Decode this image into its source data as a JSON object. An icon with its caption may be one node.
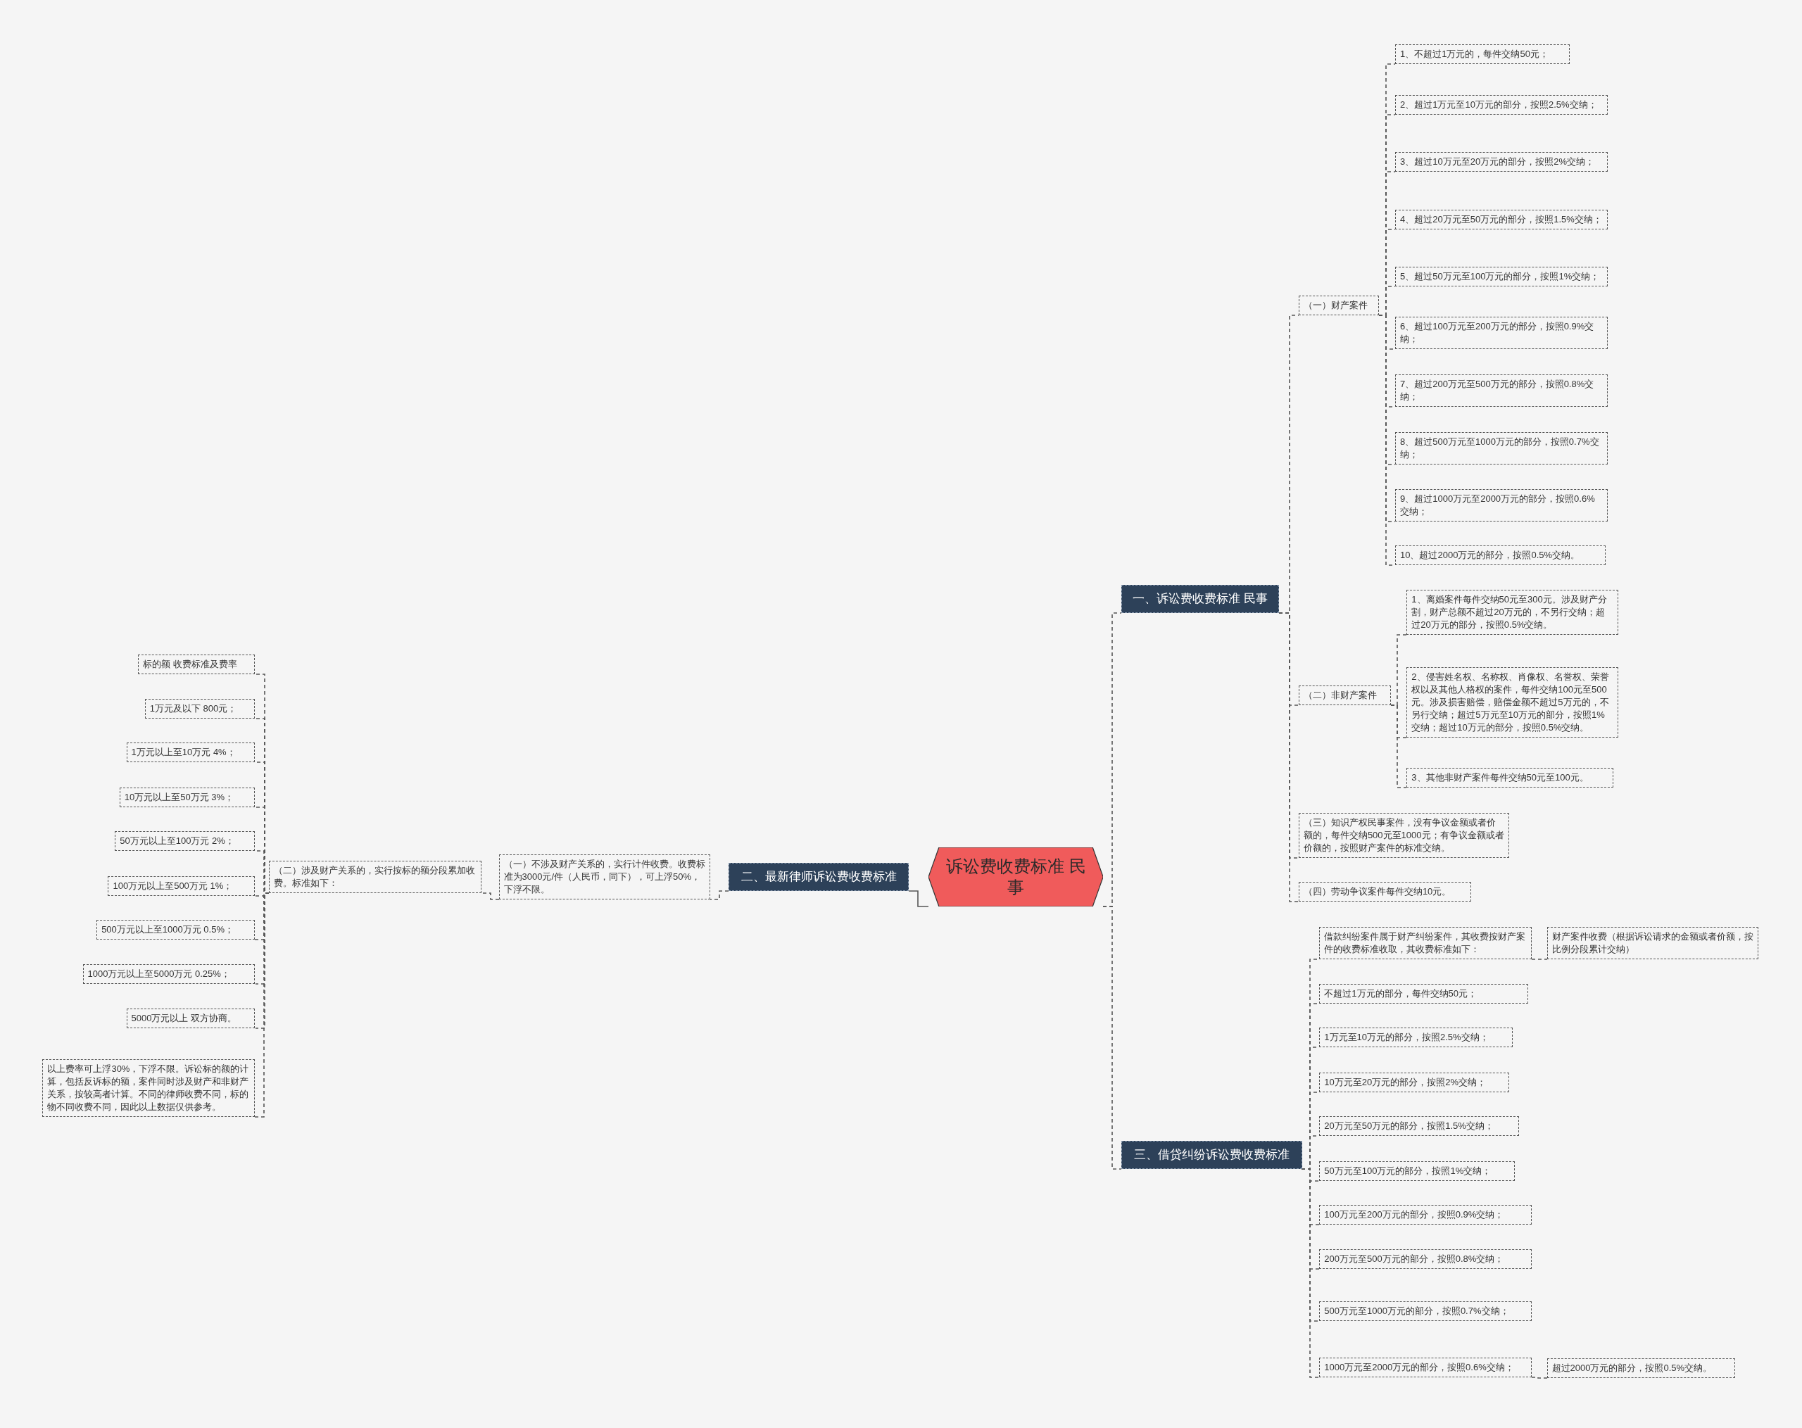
{
  "diagram": {
    "nodes": [
      {
        "text": [
          "诉讼费收费标准 民事"
        ]
      },
      {
        "text": [
          "一、诉讼费收费标准 民事"
        ]
      },
      {
        "text": [
          "（一）财产案件"
        ]
      },
      {
        "text": [
          "1、不超过1万元的，每件交纳50元；"
        ]
      },
      {
        "text": [
          "2、超过1万元至10万元的部分，按照2.5%交纳；"
        ]
      },
      {
        "text": [
          "3、超过10万元至20万元的部分，按照2%交纳；"
        ]
      },
      {
        "text": [
          "4、超过20万元至50万元的部分，按照1.5%交纳；"
        ]
      },
      {
        "text": [
          "5、超过50万元至100万元的部分，按照1%交纳；"
        ]
      },
      {
        "text": [
          "6、超过100万元至200万元的部分，按照0.9%交纳；"
        ]
      },
      {
        "text": [
          "7、超过200万元至500万元的部分，按照0.8%交纳；"
        ]
      },
      {
        "text": [
          "8、超过500万元至1000万元的部分，按照0.7%交纳；"
        ]
      },
      {
        "text": [
          "9、超过1000万元至2000万元的部分，按照0.6%交纳；"
        ]
      },
      {
        "text": [
          "10、超过2000万元的部分，按照0.5%交纳。"
        ]
      },
      {
        "text": [
          "（二）非财产案件"
        ]
      },
      {
        "text": [
          "1、离婚案件每件交纳50元至300元。涉及财产分割，财产总额不超过20万元的，不另行交纳；超过20万元的部分，按照0.5%交纳。"
        ]
      },
      {
        "text": [
          "2、侵害姓名权、名称权、肖像权、名誉权、荣誉权以及其他人格权的案件，每件交纳100元至500元。涉及损害赔偿，赔偿金额不超过5万元的，不另行交纳；超过5万元至10万元的部分，按照1%交纳；超过10万元的部分，按照0.5%交纳。"
        ]
      },
      {
        "text": [
          "3、其他非财产案件每件交纳50元至100元。"
        ]
      },
      {
        "text": [
          "（三）知识产权民事案件，没有争议金额或者价额的，每件交纳500元至1000元；有争议金额或者价额的，按照财产案件的标准交纳。"
        ]
      },
      {
        "text": [
          "（四）劳动争议案件每件交纳10元。"
        ]
      },
      {
        "text": [
          "二、最新律师诉讼费收费标准"
        ]
      },
      {
        "text": [
          "（一）不涉及财产关系的，实行计件收费。收费标准为3000元/件（人民币，同下），可上浮50%，下浮不限。"
        ]
      },
      {
        "text": [
          "（二）涉及财产关系的，实行按标的额分段累加收费。标准如下："
        ]
      },
      {
        "text": [
          "标的额 收费标准及费率"
        ]
      },
      {
        "text": [
          "1万元及以下 800元；"
        ]
      },
      {
        "text": [
          "1万元以上至10万元 4%；"
        ]
      },
      {
        "text": [
          "10万元以上至50万元 3%；"
        ]
      },
      {
        "text": [
          "50万元以上至100万元 2%；"
        ]
      },
      {
        "text": [
          "100万元以上至500万元 1%；"
        ]
      },
      {
        "text": [
          "500万元以上至1000万元 0.5%；"
        ]
      },
      {
        "text": [
          "1000万元以上至5000万元 0.25%；"
        ]
      },
      {
        "text": [
          "5000万元以上 双方协商。"
        ]
      },
      {
        "text": [
          "以上费率可上浮30%，下浮不限。诉讼标的额的计算，包括反诉标的额，案件同时涉及财产和非财产关系，按较高者计算。不同的律师收费不同，标的物不同收费不同，因此以上数据仅供参考。"
        ]
      },
      {
        "text": [
          "三、借贷纠纷诉讼费收费标准"
        ]
      },
      {
        "text": [
          "借款纠纷案件属于财产纠纷案件，其收费按财产案件的收费标准收取，其收费标准如下："
        ]
      },
      {
        "text": [
          "财产案件收费（根据诉讼请求的金额或者价额，按比例分段累计交纳）"
        ]
      },
      {
        "text": [
          "不超过1万元的部分，每件交纳50元；"
        ]
      },
      {
        "text": [
          "1万元至10万元的部分，按照2.5%交纳；"
        ]
      },
      {
        "text": [
          "10万元至20万元的部分，按照2%交纳；"
        ]
      },
      {
        "text": [
          "20万元至50万元的部分，按照1.5%交纳；"
        ]
      },
      {
        "text": [
          "50万元至100万元的部分，按照1%交纳；"
        ]
      },
      {
        "text": [
          "100万元至200万元的部分，按照0.9%交纳；"
        ]
      },
      {
        "text": [
          "200万元至500万元的部分，按照0.8%交纳；"
        ]
      },
      {
        "text": [
          "500万元至1000万元的部分，按照0.7%交纳；"
        ]
      },
      {
        "text": [
          "1000万元至2000万元的部分，按照0.6%交纳；"
        ]
      },
      {
        "text": [
          "超过2000万元的部分，按照0.5%交纳。"
        ]
      }
    ],
    "edges": [
      {
        "from": 0,
        "to": 1,
        "arrow": "none",
        "style": "dashed"
      },
      {
        "from": 1,
        "to": 2,
        "arrow": "none",
        "style": "dashed"
      },
      {
        "from": 2,
        "to": 3,
        "arrow": "none",
        "style": "dashed"
      },
      {
        "from": 2,
        "to": 4,
        "arrow": "none",
        "style": "dashed"
      },
      {
        "from": 2,
        "to": 5,
        "arrow": "none",
        "style": "dashed"
      },
      {
        "from": 2,
        "to": 6,
        "arrow": "none",
        "style": "dashed"
      },
      {
        "from": 2,
        "to": 7,
        "arrow": "none",
        "style": "dashed"
      },
      {
        "from": 2,
        "to": 8,
        "arrow": "none",
        "style": "dashed"
      },
      {
        "from": 2,
        "to": 9,
        "arrow": "none",
        "style": "dashed"
      },
      {
        "from": 2,
        "to": 10,
        "arrow": "none",
        "style": "dashed"
      },
      {
        "from": 2,
        "to": 11,
        "arrow": "none",
        "style": "dashed"
      },
      {
        "from": 2,
        "to": 12,
        "arrow": "none",
        "style": "dashed"
      },
      {
        "from": 1,
        "to": 13,
        "arrow": "none",
        "style": "dashed"
      },
      {
        "from": 13,
        "to": 14,
        "arrow": "none",
        "style": "dashed"
      },
      {
        "from": 13,
        "to": 15,
        "arrow": "none",
        "style": "dashed"
      },
      {
        "from": 13,
        "to": 16,
        "arrow": "none",
        "style": "dashed"
      },
      {
        "from": 1,
        "to": 17,
        "arrow": "none",
        "style": "dashed"
      },
      {
        "from": 1,
        "to": 18,
        "arrow": "none",
        "style": "dashed"
      },
      {
        "from": 0,
        "to": 19,
        "arrow": "none"
      },
      {
        "from": 19,
        "to": 20,
        "arrow": "none",
        "style": "dashed"
      },
      {
        "from": 20,
        "to": 21,
        "arrow": "none",
        "style": "dashed"
      },
      {
        "from": 21,
        "to": 22,
        "arrow": "none",
        "style": "dashed"
      },
      {
        "from": 21,
        "to": 23,
        "arrow": "none",
        "style": "dashed"
      },
      {
        "from": 21,
        "to": 24,
        "arrow": "none",
        "style": "dashed"
      },
      {
        "from": 21,
        "to": 25,
        "arrow": "none",
        "style": "dashed"
      },
      {
        "from": 21,
        "to": 26,
        "arrow": "none",
        "style": "dashed"
      },
      {
        "from": 21,
        "to": 27,
        "arrow": "none",
        "style": "dashed"
      },
      {
        "from": 21,
        "to": 28,
        "arrow": "none",
        "style": "dashed"
      },
      {
        "from": 21,
        "to": 29,
        "arrow": "none",
        "style": "dashed"
      },
      {
        "from": 21,
        "to": 30,
        "arrow": "none",
        "style": "dashed"
      },
      {
        "from": 21,
        "to": 31,
        "arrow": "none",
        "style": "dashed"
      },
      {
        "from": 0,
        "to": 32,
        "arrow": "none",
        "style": "dashed"
      },
      {
        "from": 32,
        "to": 33,
        "arrow": "none",
        "style": "dashed"
      },
      {
        "from": 33,
        "to": 34,
        "arrow": "none",
        "style": "dashed"
      },
      {
        "from": 32,
        "to": 35,
        "arrow": "none",
        "style": "dashed"
      },
      {
        "from": 32,
        "to": 36,
        "arrow": "none",
        "style": "dashed"
      },
      {
        "from": 32,
        "to": 37,
        "arrow": "none",
        "style": "dashed"
      },
      {
        "from": 32,
        "to": 38,
        "arrow": "none",
        "style": "dashed"
      },
      {
        "from": 32,
        "to": 39,
        "arrow": "none",
        "style": "dashed"
      },
      {
        "from": 32,
        "to": 40,
        "arrow": "none",
        "style": "dashed"
      },
      {
        "from": 32,
        "to": 41,
        "arrow": "none",
        "style": "dashed"
      },
      {
        "from": 32,
        "to": 42,
        "arrow": "none",
        "style": "dashed"
      },
      {
        "from": 32,
        "to": 43,
        "arrow": "none",
        "style": "dashed"
      },
      {
        "from": 43,
        "to": 44,
        "arrow": "none",
        "style": "dashed"
      }
    ]
  }
}
